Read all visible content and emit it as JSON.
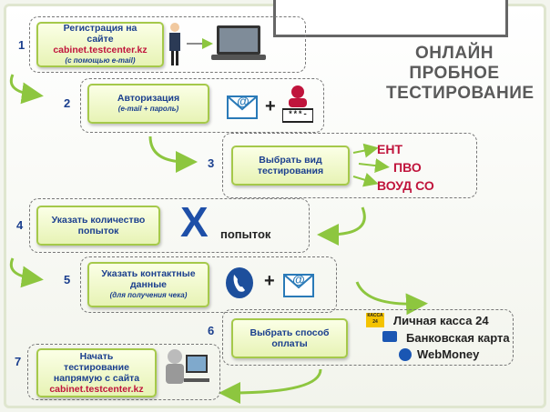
{
  "title": {
    "line1": "ОНЛАЙН",
    "line2": "ПРОБНОЕ",
    "line3": "ТЕСТИРОВАНИЕ"
  },
  "steps": [
    {
      "num": "1",
      "line1": "Регистрация на",
      "line2": "сайте",
      "url": "cabinet.testcenter.kz",
      "sub": "(с помощью e-mail)"
    },
    {
      "num": "2",
      "line1": "Авторизация",
      "sub": "(e-mail + пароль)"
    },
    {
      "num": "3",
      "line1": "Выбрать вид",
      "line2": "тестирования"
    },
    {
      "num": "4",
      "line1": "Указать количество",
      "line2": "попыток"
    },
    {
      "num": "5",
      "line1": "Указать контактные",
      "line2": "данные",
      "sub": "(для получения чека)"
    },
    {
      "num": "6",
      "line1": "Выбрать способ",
      "line2": "оплаты"
    },
    {
      "num": "7",
      "line1": "Начать",
      "line2": "тестирование",
      "line3": "напрямую с сайта",
      "url": "cabinet.testcenter.kz"
    }
  ],
  "test_types": [
    "ЕНТ",
    "ПВО",
    "ВОУД СО"
  ],
  "attempts": {
    "mark": "X",
    "label": "попыток"
  },
  "payments": [
    "Личная касса 24",
    "Банковская карта",
    "WebMoney"
  ],
  "plus": "+",
  "password_mask": "***-",
  "email_symbol": "@",
  "kassa_badge": "КАССА 24",
  "colors": {
    "card_border": "#a5c94a",
    "card_text": "#1b3f8e",
    "accent_red": "#c0143c",
    "arrow_green": "#8dc63f"
  }
}
